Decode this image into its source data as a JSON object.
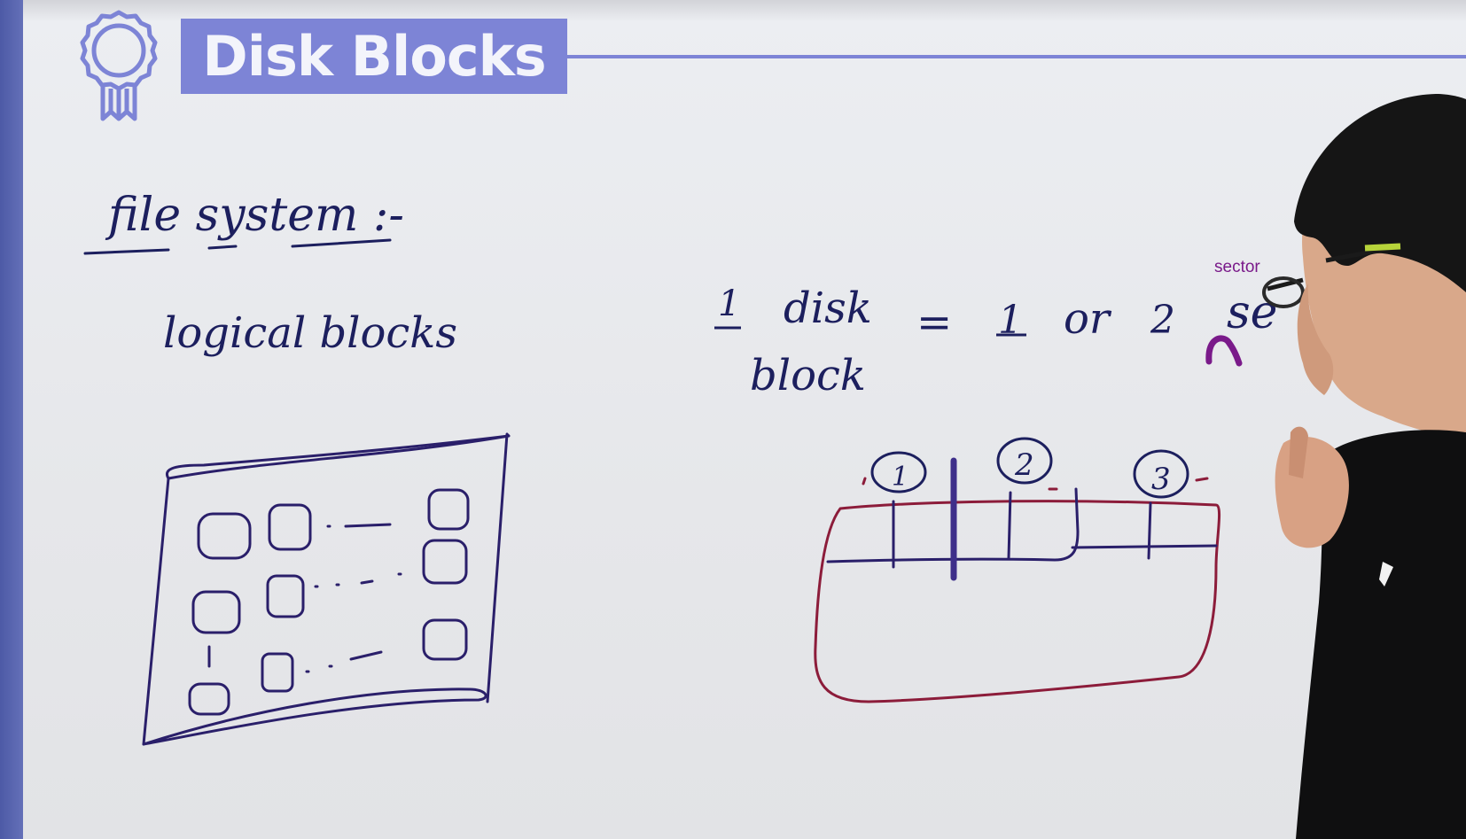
{
  "slide": {
    "title": "Disk Blocks",
    "accent_color": "#7d84d6",
    "badge_icon": "award-ribbon-icon"
  },
  "board": {
    "heading": "file system :-",
    "logical_blocks": "logical blocks",
    "equation": {
      "lhs_number": "1",
      "lhs_word_1": "disk",
      "lhs_word_2": "block",
      "equals": "=",
      "rhs_number_1": "1",
      "rhs_or": "or",
      "rhs_number_2": "2",
      "rhs_partial": "se",
      "insert_label": "sector"
    },
    "disk_sectors": [
      "1",
      "2",
      "3"
    ],
    "sector_marker_color": "#7a1a8a",
    "disk_outline_color": "#8c1c3a"
  }
}
